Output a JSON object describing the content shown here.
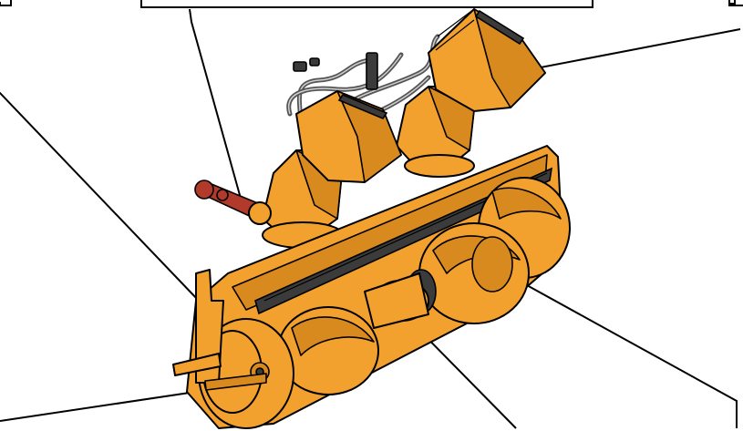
{
  "colors": {
    "body": "#F2A02E",
    "shade": "#D98A1F",
    "dark": "#3B3B3B",
    "drive": "#B23A2A",
    "line": "#000000"
  },
  "callouts": [
    {
      "id": "top-left-box",
      "label": ""
    },
    {
      "id": "top-right-box",
      "label": ""
    },
    {
      "id": "bottom-left-box",
      "label": ""
    },
    {
      "id": "bottom-center-box",
      "label": ""
    },
    {
      "id": "bottom-right-box",
      "label": ""
    }
  ]
}
